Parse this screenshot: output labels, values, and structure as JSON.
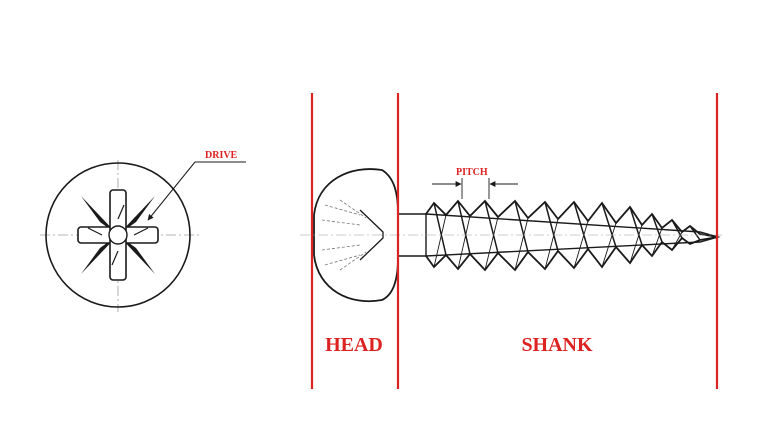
{
  "labels": {
    "drive": "DRIVE",
    "pitch": "PITCH",
    "head": "HEAD",
    "shank": "SHANK"
  },
  "colors": {
    "accent": "#dd2222",
    "ink": "#1a1a1a",
    "center_line": "#9a9a9a"
  }
}
